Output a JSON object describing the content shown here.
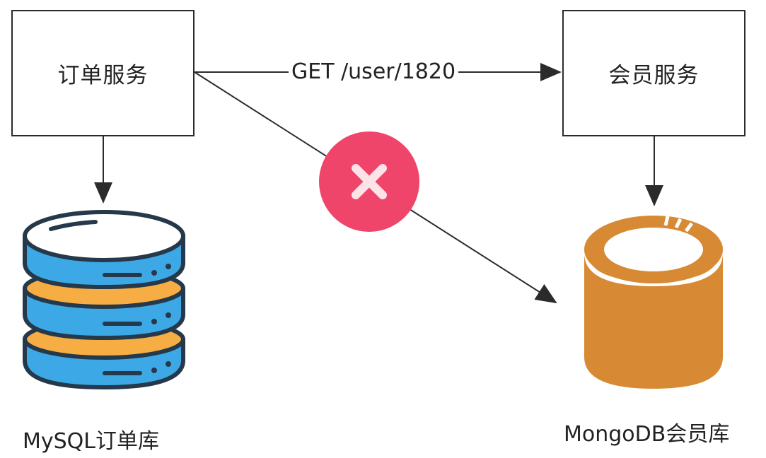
{
  "nodes": {
    "order_service": "订单服务",
    "member_service": "会员服务"
  },
  "edges": {
    "request_label": "GET /user/1820"
  },
  "databases": {
    "mysql_label": "MySQL订单库",
    "mongodb_label": "MongoDB会员库"
  },
  "icons": {
    "forbidden": "close-icon",
    "mysql": "database-stack-icon",
    "mongodb": "database-cylinder-icon"
  },
  "colors": {
    "forbidden_badge": "#f0456a",
    "mysql_blue": "#3ca9e6",
    "mysql_orange": "#f5ad44",
    "mysql_outline": "#26394a",
    "mongodb_orange": "#d78a33"
  }
}
